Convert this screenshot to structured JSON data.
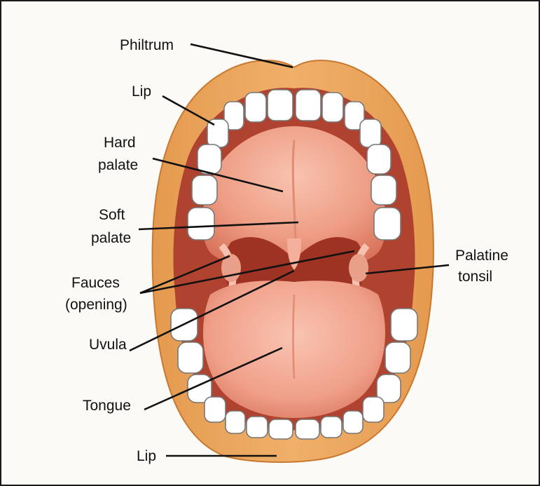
{
  "labels": {
    "philtrum": "Philtrum",
    "lip_upper": "Lip",
    "hard_palate_1": "Hard",
    "hard_palate_2": "palate",
    "soft_palate_1": "Soft",
    "soft_palate_2": "palate",
    "fauces_1": "Fauces",
    "fauces_2": "(opening)",
    "uvula": "Uvula",
    "tongue": "Tongue",
    "lip_lower": "Lip",
    "palatine_tonsil_1": "Palatine",
    "palatine_tonsil_2": "tonsil"
  },
  "colors": {
    "lip": "#e8a35a",
    "lip_edge": "#c9782f",
    "mouth_dark": "#b0432f",
    "palate": "#f2a48c",
    "tongue": "#f4a88f",
    "tooth": "#ffffff",
    "tooth_edge": "#777777",
    "line": "#111111"
  }
}
